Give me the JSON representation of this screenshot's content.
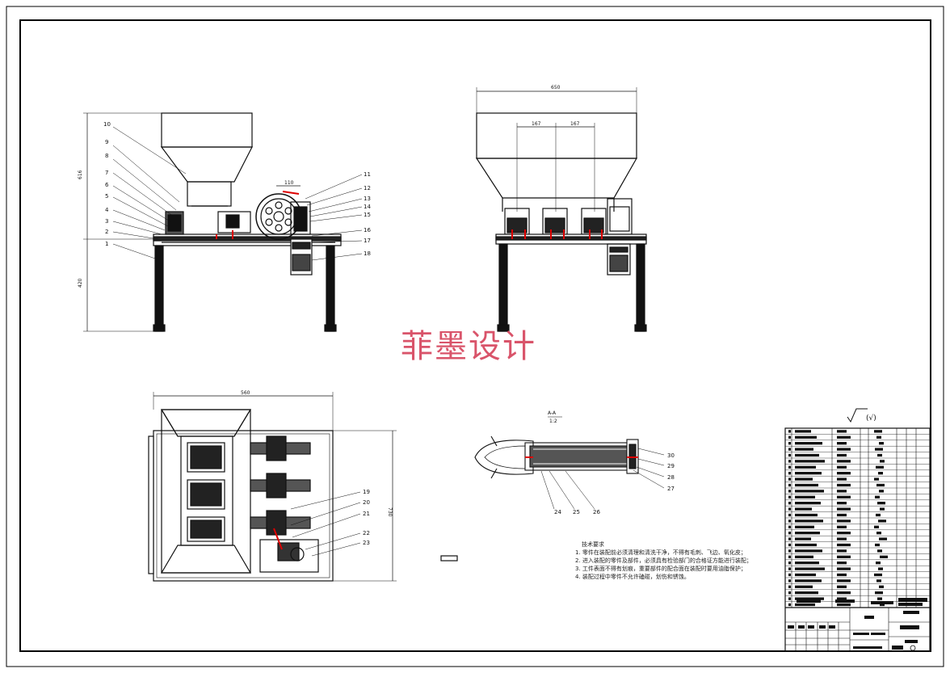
{
  "watermark": "菲墨设计",
  "dimensions": {
    "side_height_top": "616",
    "side_height_bottom": "420",
    "side_small": "110",
    "front_width": "650",
    "front_pitch_1": "167",
    "front_pitch_2": "167",
    "top_width": "560",
    "top_height": "730"
  },
  "balloons": [
    "1",
    "2",
    "3",
    "4",
    "5",
    "6",
    "7",
    "8",
    "9",
    "10",
    "11",
    "12",
    "13",
    "14",
    "15",
    "16",
    "17",
    "18",
    "19",
    "20",
    "21",
    "22",
    "23",
    "24",
    "25",
    "26",
    "27",
    "28",
    "29",
    "30"
  ],
  "section": {
    "label": "A-A",
    "scale": "1:2"
  },
  "roughness": "(√)",
  "tech_notes": {
    "title": "技术要求",
    "lines": [
      "1. 零件在装配前必须清理和清洗干净，不得有毛刺、飞边、氧化皮；",
      "2. 进入装配的零件及部件，必须具有检验部门的合格证方能进行装配；",
      "3. 工件表面不得有划痕，重要部件的配合面在装配时要用油脂保护；",
      "4. 装配过程中零件不允许磕碰，划伤和锈蚀。"
    ]
  }
}
